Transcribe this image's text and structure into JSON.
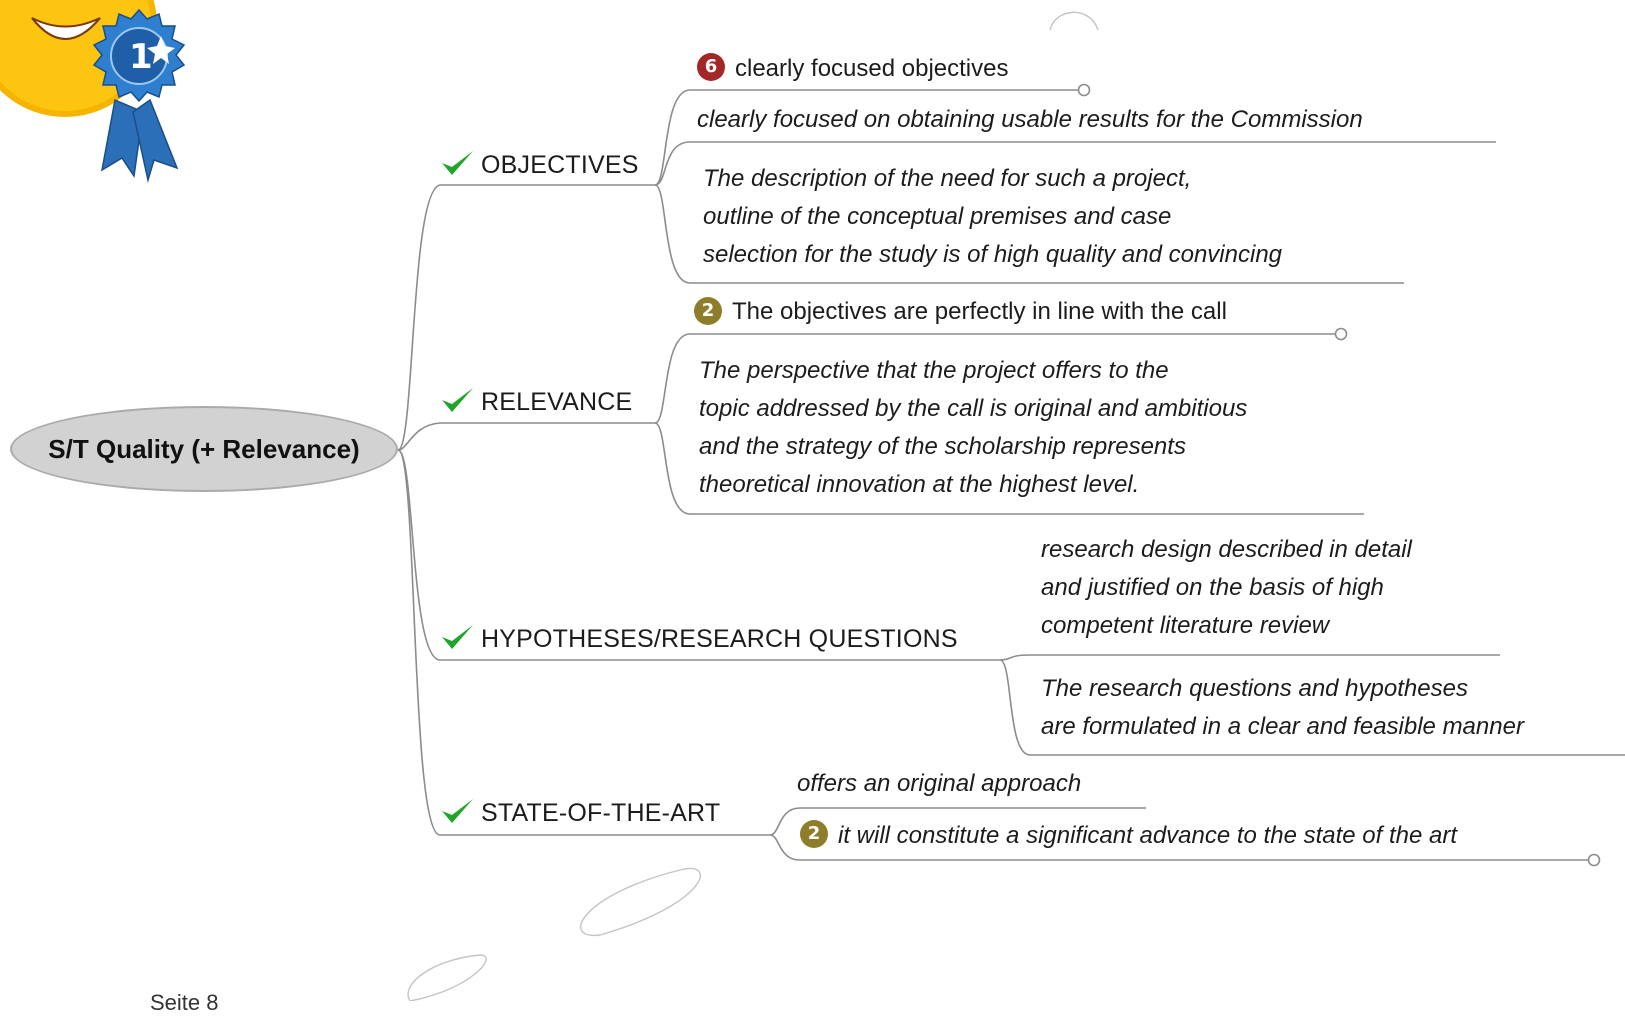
{
  "central_topic": "S/T Quality (+ Relevance)",
  "branches": [
    {
      "label": "OBJECTIVES",
      "children": [
        {
          "text": "clearly focused objectives",
          "badge": "6"
        },
        {
          "text": "clearly focused on obtaining usable results for the Commission"
        },
        {
          "text": "The description of the need for such a project,\noutline of the conceptual premises and case\nselection for the study is of high quality and convincing"
        }
      ]
    },
    {
      "label": "RELEVANCE",
      "children": [
        {
          "text": "The objectives are perfectly in line with the call",
          "badge": "2"
        },
        {
          "text": "The perspective that the project offers to the\ntopic addressed by the call is original and ambitious\nand the strategy of the scholarship represents\ntheoretical innovation at the highest level."
        }
      ]
    },
    {
      "label": "HYPOTHESES/RESEARCH QUESTIONS",
      "children": [
        {
          "text": "research design described in detail\nand justified on the basis of high\ncompetent literature review"
        },
        {
          "text": "The research questions and hypotheses\nare formulated in a clear and feasible manner"
        }
      ]
    },
    {
      "label": "STATE-OF-THE-ART",
      "children": [
        {
          "text": "offers an original approach"
        },
        {
          "text": "it will constitute a significant advance to the state of the art",
          "badge": "2"
        }
      ]
    }
  ],
  "ribbon_number": "1",
  "footer_text": "Seite 8",
  "colors": {
    "central_fill": "#d2d2d2",
    "connector": "#8c8c8c",
    "check": "#1fa52a",
    "badge_red": "#a32629",
    "badge_olive": "#8e7d2a",
    "ribbon_blue": "#2a6fb8",
    "sun": "#f5b400"
  },
  "icons": [
    "sun-smiley-icon",
    "award-ribbon-icon",
    "checkmark-icon",
    "priority-badge-icon"
  ]
}
